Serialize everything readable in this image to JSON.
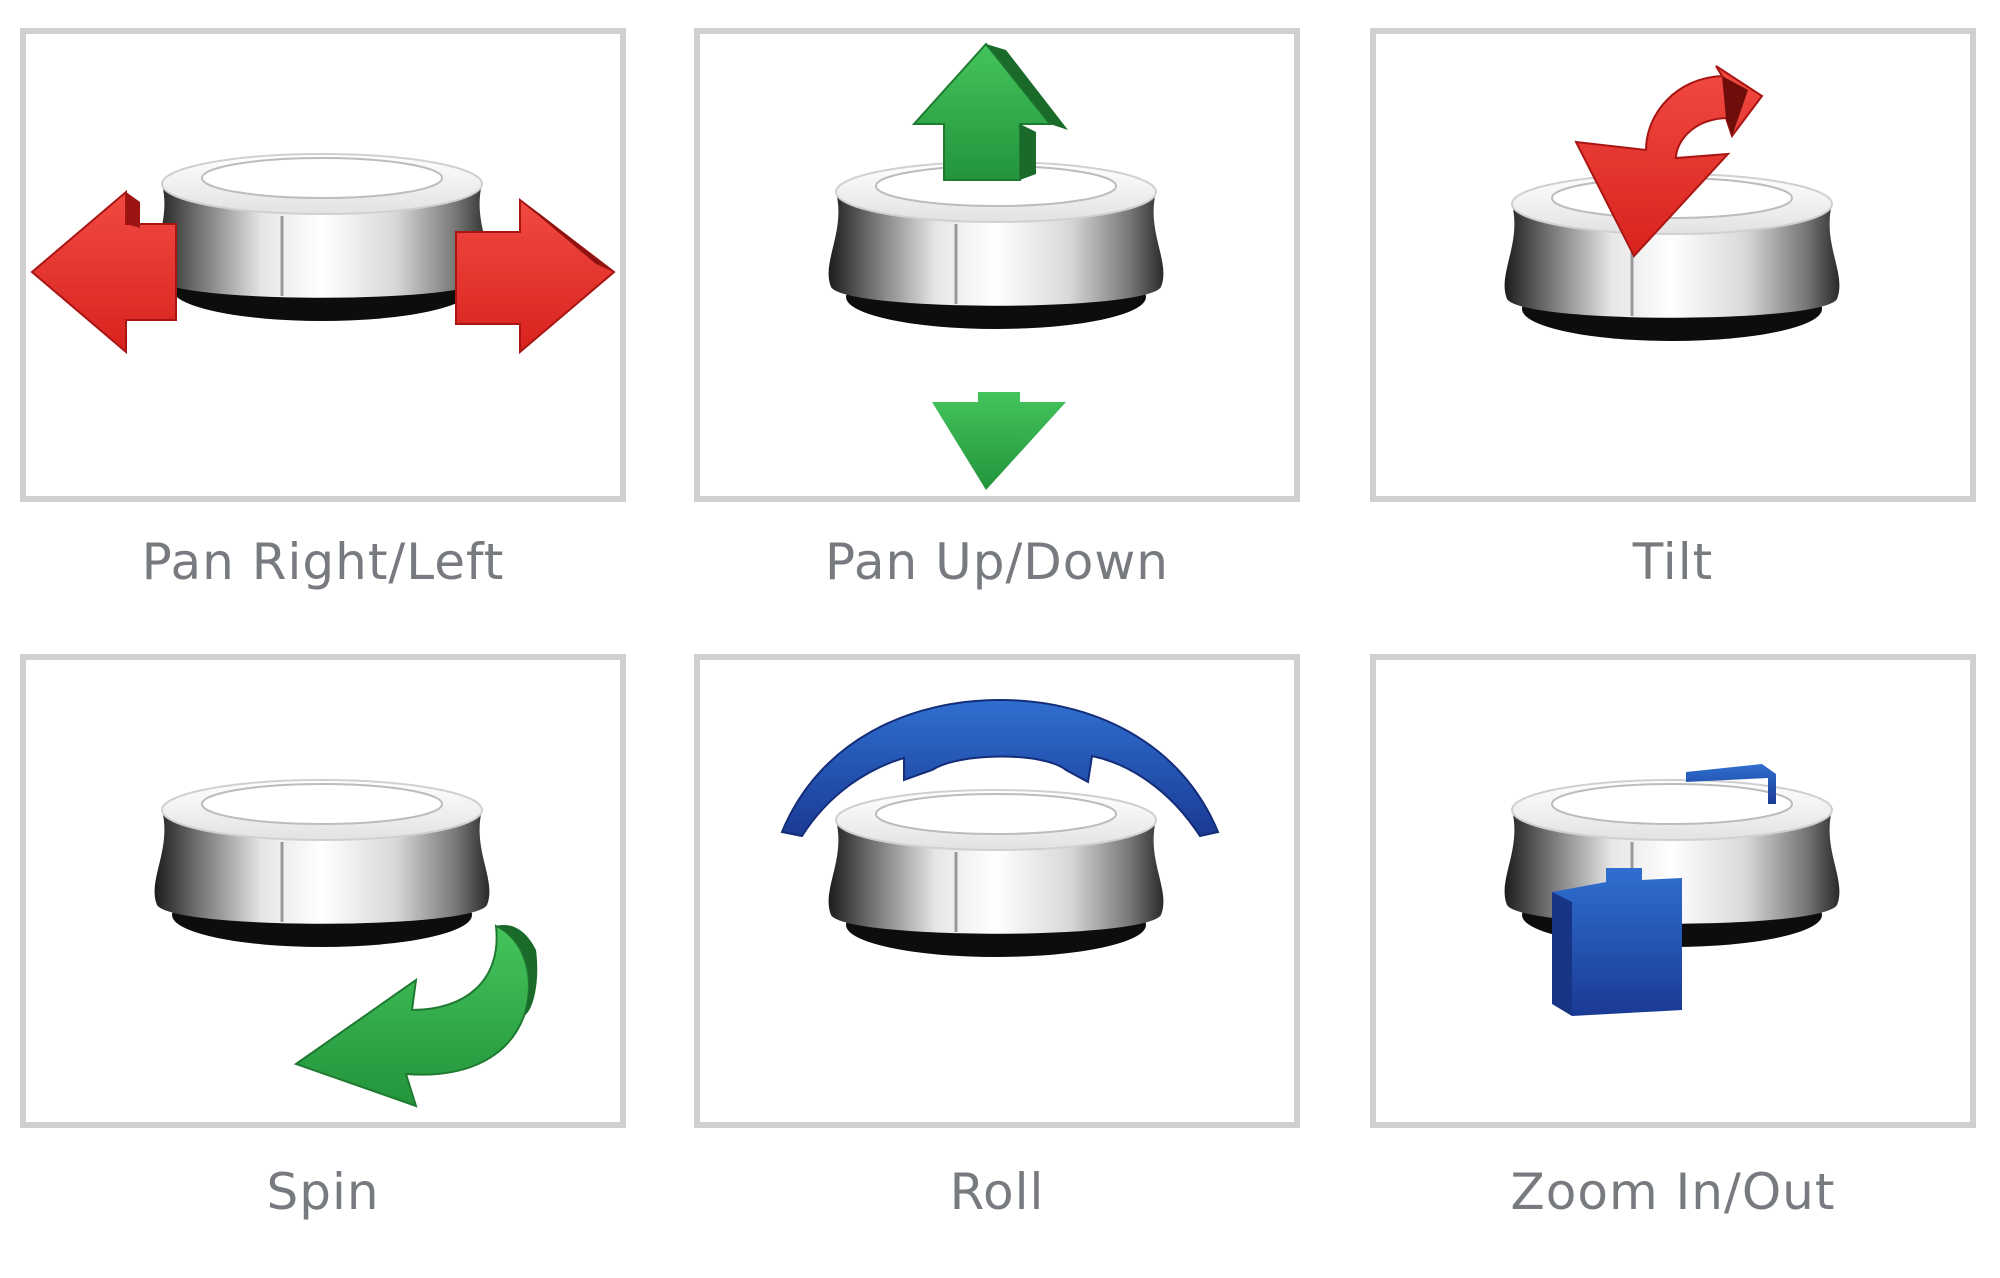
{
  "colors": {
    "panel_border": "#cfcfd0",
    "caption_text": "#777a7e",
    "pan_arrow_red": "#e8302c",
    "pan_arrow_green": "#2faa48",
    "rotate_arrow_blue": "#1f4fb0"
  },
  "controls": [
    {
      "label": "Pan Right/Left",
      "icon": "pan-right-left-arrows-icon"
    },
    {
      "label": "Pan Up/Down",
      "icon": "pan-up-down-arrows-icon"
    },
    {
      "label": "Tilt",
      "icon": "tilt-arrow-icon"
    },
    {
      "label": "Spin",
      "icon": "spin-arrow-icon"
    },
    {
      "label": "Roll",
      "icon": "roll-arc-arrow-icon"
    },
    {
      "label": "Zoom In/Out",
      "icon": "zoom-in-out-arrow-icon"
    }
  ]
}
